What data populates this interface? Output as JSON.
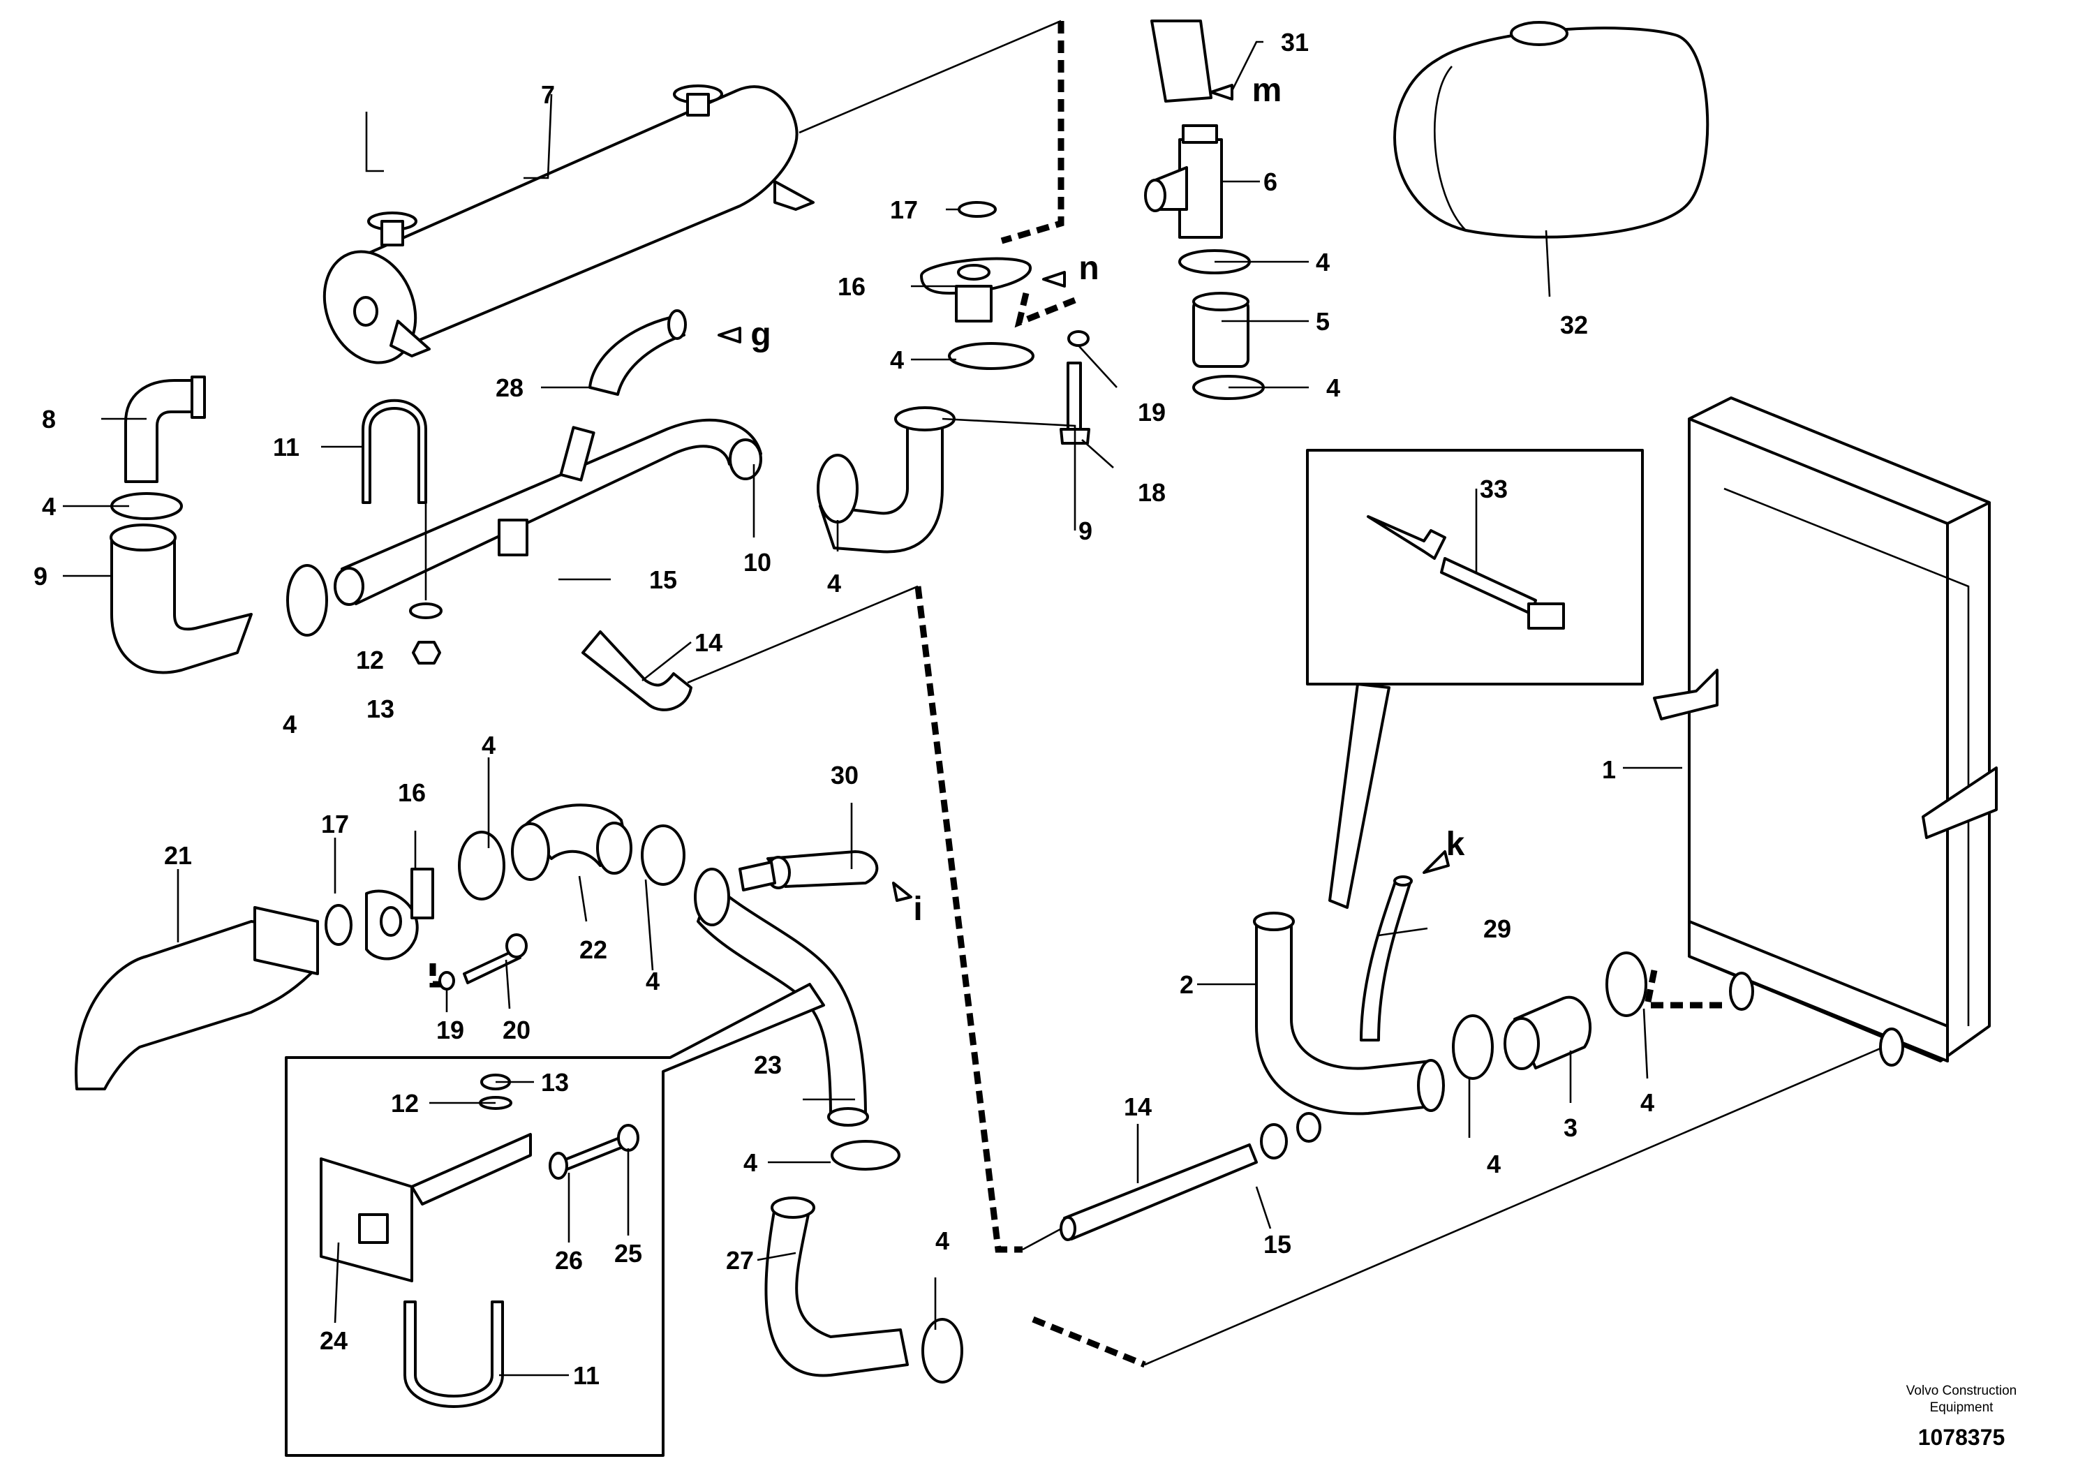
{
  "callouts": [
    "1",
    "2",
    "3",
    "4",
    "5",
    "6",
    "7",
    "8",
    "9",
    "10",
    "11",
    "12",
    "13",
    "14",
    "15",
    "16",
    "17",
    "18",
    "19",
    "20",
    "21",
    "22",
    "23",
    "24",
    "25",
    "26",
    "27",
    "28",
    "29",
    "30",
    "31",
    "32",
    "33"
  ],
  "flow_markers": [
    "g",
    "i",
    "k",
    "m",
    "n"
  ],
  "footer": {
    "brand_line1": "Volvo Construction",
    "brand_line2": "Equipment",
    "drawing_number": "1078375"
  }
}
